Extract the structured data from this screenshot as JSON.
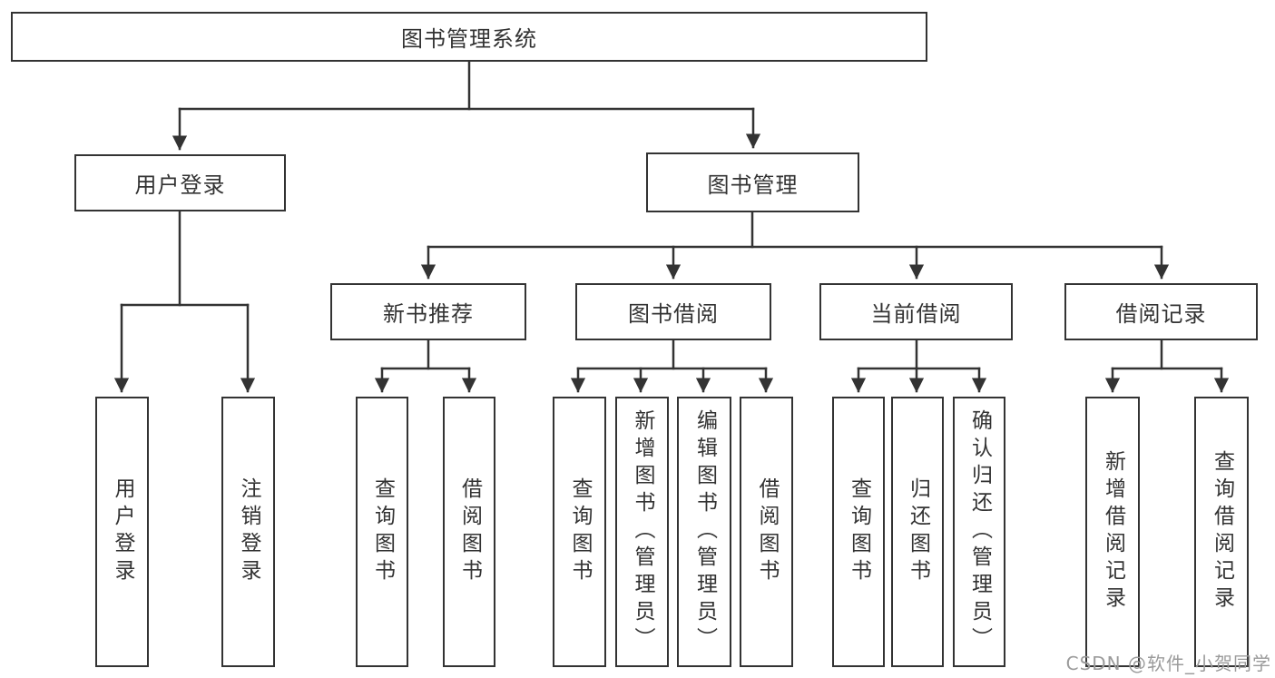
{
  "colors": {
    "background": "#ffffff",
    "line": "#333333",
    "box_border": "#333333",
    "box_fill": "#ffffff",
    "text": "#333333",
    "watermark": "#9b9b9b"
  },
  "tree": {
    "root": {
      "label": "图书管理系统"
    },
    "level1": [
      {
        "label": "用户登录"
      },
      {
        "label": "图书管理"
      }
    ],
    "level2": [
      {
        "label": "新书推荐"
      },
      {
        "label": "图书借阅"
      },
      {
        "label": "当前借阅"
      },
      {
        "label": "借阅记录"
      }
    ],
    "leaves": [
      {
        "label": "用户登录"
      },
      {
        "label": "注销登录"
      },
      {
        "label": "查询图书"
      },
      {
        "label": "借阅图书"
      },
      {
        "label": "查询图书"
      },
      {
        "label": "新增图书（管理员）"
      },
      {
        "label": "编辑图书（管理员）"
      },
      {
        "label": "借阅图书"
      },
      {
        "label": "查询图书"
      },
      {
        "label": "归还图书"
      },
      {
        "label": "确认归还（管理员）"
      },
      {
        "label": "新增借阅记录"
      },
      {
        "label": "查询借阅记录"
      }
    ]
  },
  "watermark": {
    "text": "CSDN @软件_小贺同学"
  }
}
